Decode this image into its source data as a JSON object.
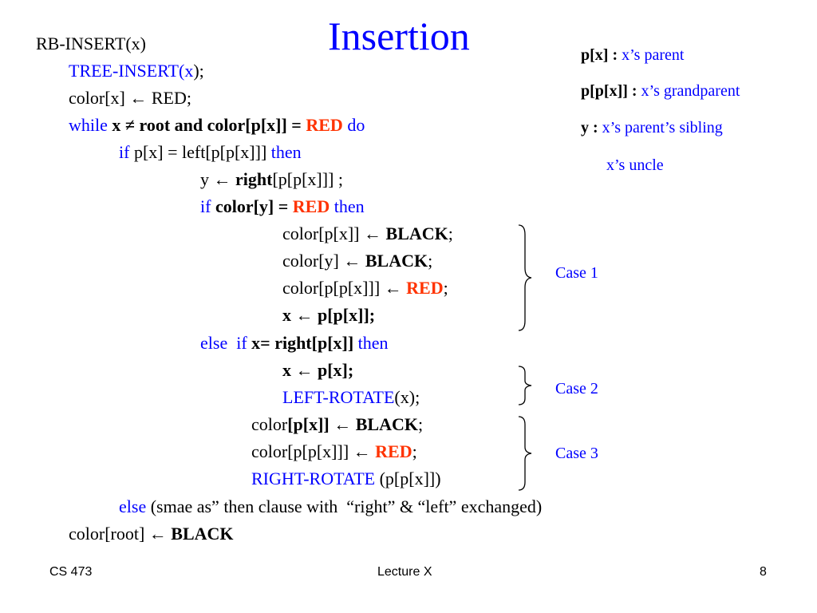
{
  "slide": {
    "title": "Insertion",
    "colors": {
      "keyword": "#0000ff",
      "red": "#ff3300",
      "text": "#000000"
    }
  },
  "code": {
    "l1": {
      "text": "RB-INSERT(x)"
    },
    "l2": {
      "name": "TREE-INSERT(x",
      "rest": ");"
    },
    "l3": {
      "text": "color[x] ← RED;"
    },
    "l4": {
      "kw": "while",
      "cond": "x ≠ root and color[p[x]] =",
      "red": "RED",
      "kw2": "do"
    },
    "l5": {
      "kw": "if",
      "text": "p[x] = left[p[p[x]]]",
      "kw2": "then"
    },
    "l6": {
      "pre": "y ←",
      "bold": "right",
      "post": "[p[p[x]]] ;"
    },
    "l7": {
      "kw": "if",
      "cond": "color[y] =",
      "red": "RED",
      "kw2": "then"
    },
    "l8": {
      "pre": "color[p[x]] ←",
      "bold": "BLACK",
      "post": ";"
    },
    "l9": {
      "pre": "color[y] ←",
      "bold": "BLACK",
      "post": ";"
    },
    "l10": {
      "pre": "color[p[p[x]]] ←",
      "red": "RED",
      "post": ";"
    },
    "l11": {
      "bold": "x ← p[p[x]];"
    },
    "l12": {
      "kw": "else  if",
      "cond": "x= right[p[x]]",
      "kw2": "then"
    },
    "l13": {
      "bold": "x ← p[x];"
    },
    "l14": {
      "name": "LEFT-ROTATE",
      "rest": "(x);"
    },
    "l15": {
      "pre": "color",
      "bold": "[p[x]] ← BLACK",
      "post": ";"
    },
    "l16": {
      "pre": "color[p[p[x]]] ←",
      "red": "RED",
      "post": ";"
    },
    "l17": {
      "name": "RIGHT-ROTATE",
      "rest": "(p[p[x]])"
    },
    "l18": {
      "kw": "else",
      "text": "(smae as” then clause with  “right” & “left” exchanged)"
    },
    "l19": {
      "pre": "color[root] ←",
      "bold": "BLACK"
    }
  },
  "legend": [
    {
      "term": "p[x] :",
      "desc": "x’s parent"
    },
    {
      "term": "p[p[x]] :",
      "desc": "x’s grandparent"
    },
    {
      "term": "y :",
      "desc": "x’s parent’s sibling"
    },
    {
      "term": "",
      "desc": "x’s uncle"
    }
  ],
  "cases": [
    "Case 1",
    "Case 2",
    "Case 3"
  ],
  "footer": {
    "left": "CS 473",
    "center": "Lecture X",
    "right": "8"
  }
}
